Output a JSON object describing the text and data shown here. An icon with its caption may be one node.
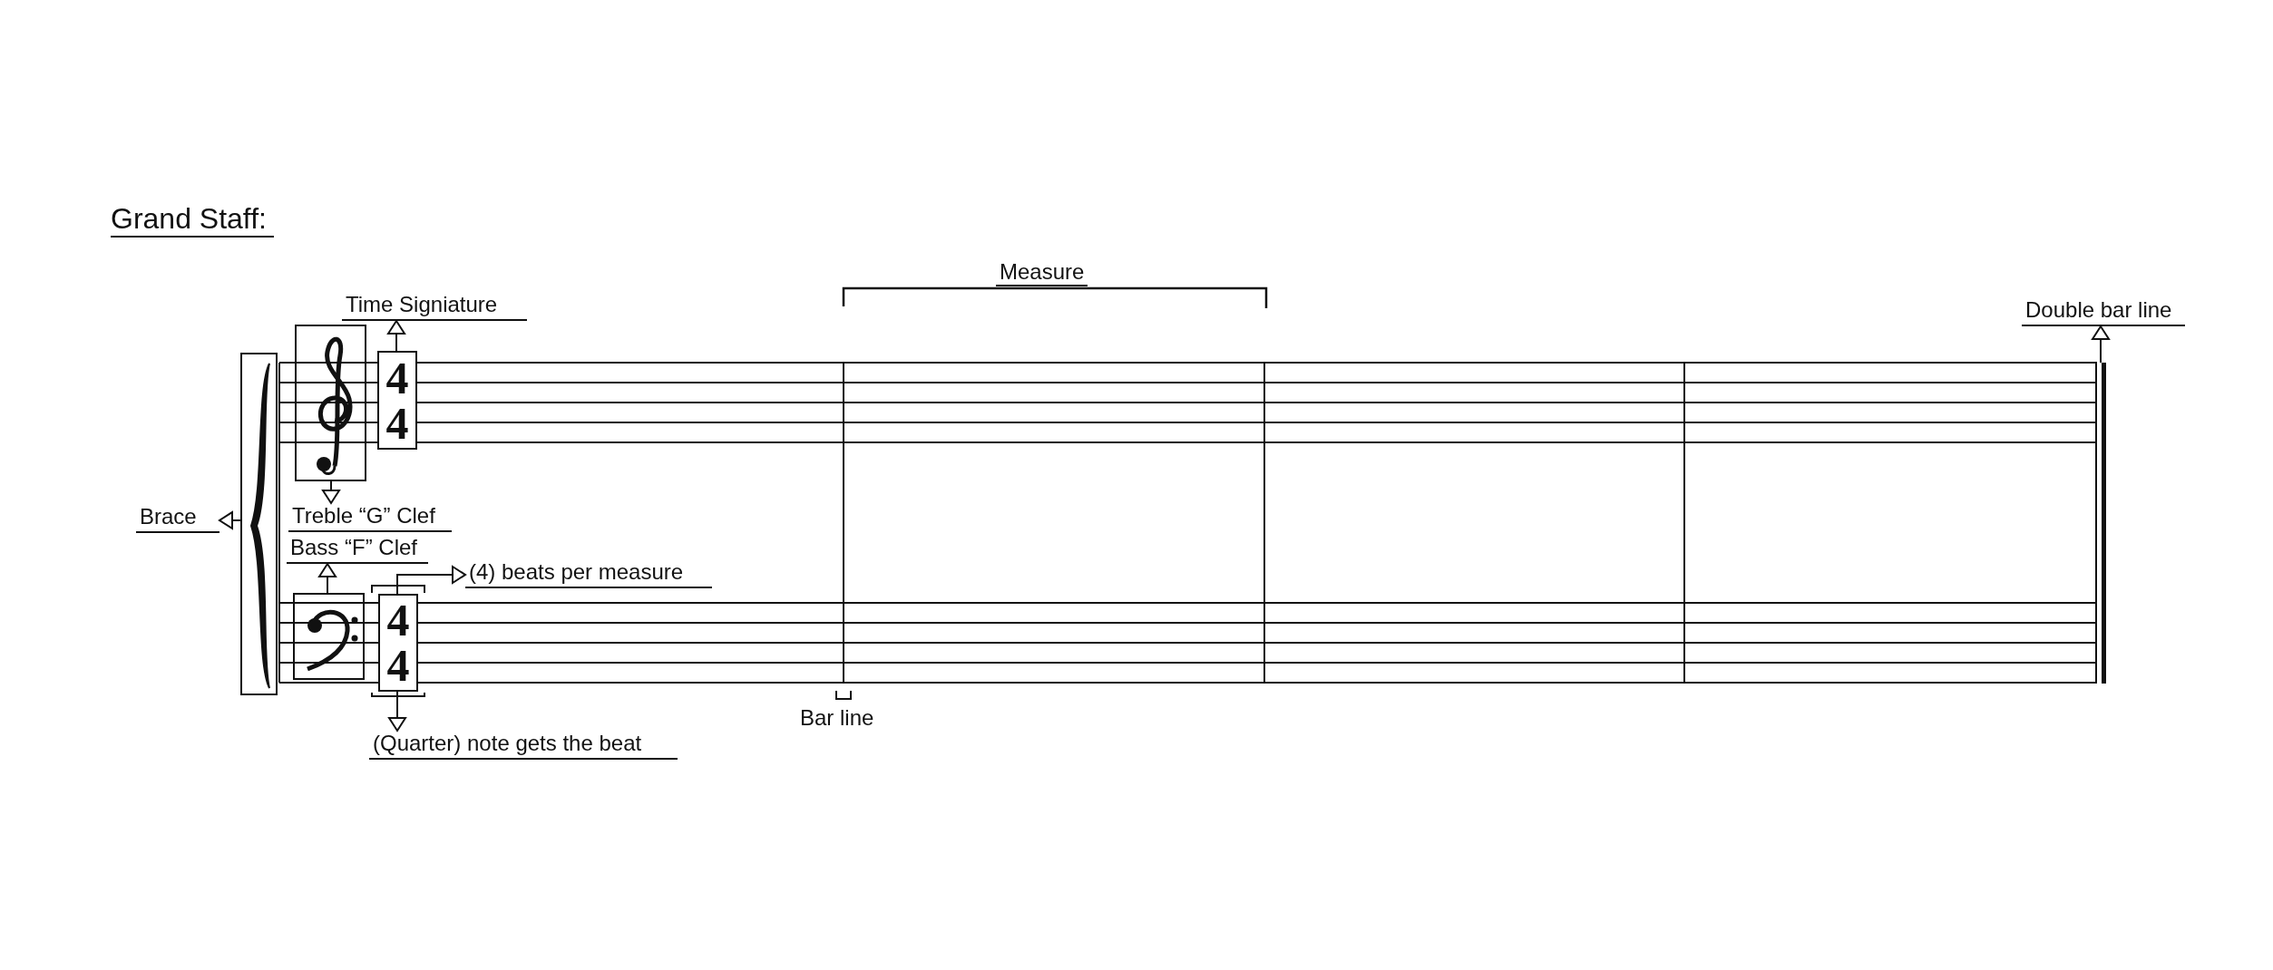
{
  "diagram": {
    "title": "Grand Staff:",
    "nodes": [
      {
        "text": [
          "Time Signiature"
        ]
      },
      {
        "text": [
          "Treble “G” Clef"
        ]
      },
      {
        "text": [
          "Bass “F” Clef"
        ]
      },
      {
        "text": [
          "(4) beats per measure"
        ]
      },
      {
        "text": [
          "(Quarter) note gets the beat"
        ]
      },
      {
        "text": [
          "Brace"
        ]
      },
      {
        "text": [
          "Double bar line"
        ]
      },
      {
        "text": [],
        "shape": "box"
      },
      {
        "text": [],
        "shape": "box"
      },
      {
        "text": [
          "4",
          "4"
        ]
      },
      {
        "text": [],
        "shape": "box"
      },
      {
        "text": [
          "4",
          "4"
        ]
      },
      {
        "text": [],
        "shape": "bar"
      }
    ],
    "edges": [
      {
        "from": 9,
        "to": 0,
        "arrow": "to"
      },
      {
        "from": 8,
        "to": 1,
        "arrow": "to"
      },
      {
        "from": 10,
        "to": 2,
        "arrow": "to"
      },
      {
        "from": 11,
        "to": 3,
        "arrow": "to"
      },
      {
        "from": 11,
        "to": 4,
        "arrow": "to"
      },
      {
        "from": 7,
        "to": 5,
        "arrow": "to"
      },
      {
        "from": 12,
        "to": 6,
        "arrow": "to"
      }
    ],
    "labels": [
      "Measure",
      "Bar line"
    ]
  }
}
